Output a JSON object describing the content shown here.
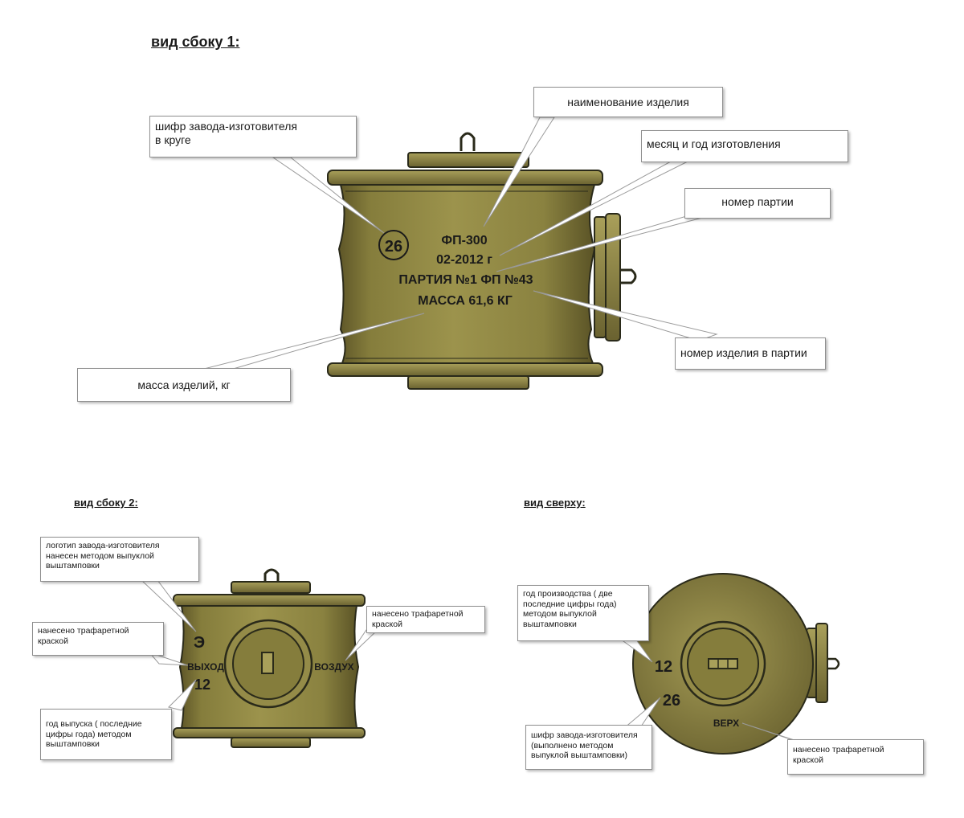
{
  "titles": {
    "side1": "вид сбоку 1:",
    "side2": "вид сбоку 2:",
    "top": "вид сверху:"
  },
  "side1": {
    "circle_code": "26",
    "product": "ФП-300",
    "date": "02-2012 г",
    "batch": "ПАРТИЯ №1 ФП №43",
    "mass": "МАССА 61,6 КГ",
    "labels": {
      "factory_code": [
        "шифр завода-изготовителя",
        "в круге"
      ],
      "product_name": "наименование изделия",
      "month_year": "месяц и  год изготовления",
      "batch_number": "номер партии",
      "item_number": "номер изделия в партии",
      "mass": "масса изделий, кг"
    }
  },
  "side2": {
    "logo": "Э",
    "exit": "ВЫХОД",
    "year": "12",
    "air": "ВОЗДУХ",
    "labels": {
      "logo": [
        "логотип завода-изготовителя",
        "нанесен методом выпуклой",
        "выштамповки"
      ],
      "stencil_left": [
        "нанесено трафаретной",
        "краской"
      ],
      "stencil_right": [
        "нанесено трафаретной",
        "краской"
      ],
      "year": [
        "год выпуска ( последние",
        "цифры года) методом",
        "выштамповки"
      ]
    }
  },
  "top": {
    "year": "12",
    "code": "26",
    "up": "ВЕРХ",
    "labels": {
      "year": [
        "год производства ( две",
        "последние цифры года)",
        "методом выпуклой",
        "выштамповки"
      ],
      "code": [
        "шифр завода-изготовителя",
        "(выполнено методом",
        "выпуклой выштамповки)"
      ],
      "stencil": [
        "нанесено трафаретной",
        "краской"
      ]
    }
  },
  "colors": {
    "body": "#8c8440",
    "body_dark": "#5a5326",
    "body_light": "#b0a862",
    "outline": "#2a2a1a"
  }
}
